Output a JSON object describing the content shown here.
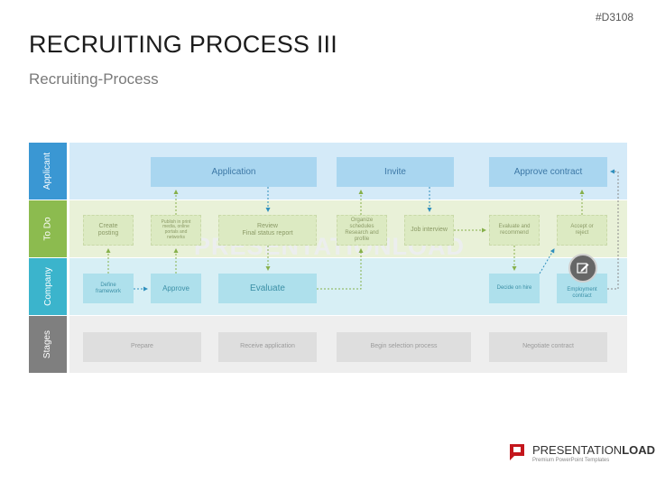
{
  "header": {
    "code": "#D3108",
    "title": "RECRUITING PROCESS III",
    "subtitle": "Recruiting-Process"
  },
  "lanes": {
    "applicant": "Applicant",
    "todo": "To Do",
    "company": "Company",
    "stages": "Stages"
  },
  "applicant_boxes": {
    "application": "Application",
    "invite": "Invite",
    "approve_contract": "Approve contract"
  },
  "todo_boxes": {
    "create_posting": "Create\nposting",
    "publish": "Publish in print\nmedia, online\nportals and\nnetworks",
    "review": "Review\nFinal status report",
    "organize": "Organize\nschedules\nResearch and\nprofile",
    "job_interview": "Job interview",
    "evaluate_recommend": "Evaluate and\nrecommend",
    "accept_reject": "Accept or\nreject"
  },
  "company_boxes": {
    "define_framework": "Define\nframework",
    "approve": "Approve",
    "evaluate": "Evaluate",
    "decide_on_hire": "Decide on hire",
    "employment_contract": "Employment\ncontract"
  },
  "stage_boxes": {
    "prepare": "Prepare",
    "receive_application": "Receive application",
    "begin_selection": "Begin selection process",
    "negotiate_contract": "Negotiate contract"
  },
  "watermark": "PRESENTATIONLOAD",
  "brand": {
    "name_regular": "PRESENTATION",
    "name_bold": "LOAD",
    "tagline": "Premium PowerPoint Templates"
  },
  "colors": {
    "applicant": "#3a97d3",
    "todo": "#8cbb4f",
    "company": "#3bb4cc",
    "stages": "#7f7f7f",
    "brand_red": "#c4161c"
  },
  "icons": {
    "edit": "edit-icon",
    "logo": "presentationload-logo-icon"
  }
}
